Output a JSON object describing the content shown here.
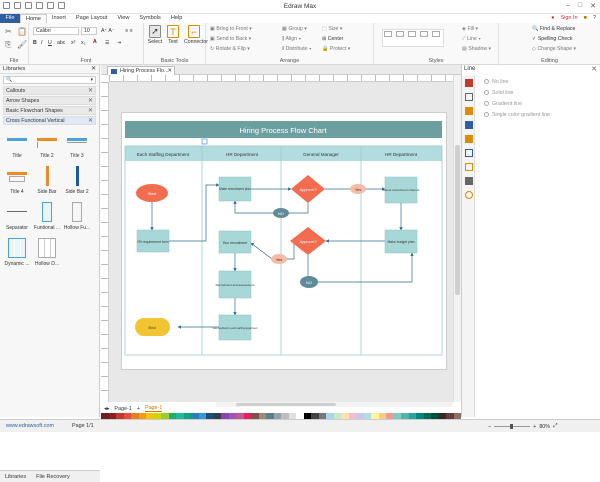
{
  "app": {
    "title": "Edraw Max"
  },
  "menu": {
    "file": "File",
    "home": "Home",
    "insert": "Insert",
    "page_layout": "Page Layout",
    "view": "View",
    "symbols": "Symbols",
    "help": "Help",
    "sign_in": "Sign In"
  },
  "ribbon": {
    "file_group": "File",
    "font_group": "Font",
    "font_name": "Calibri",
    "font_size": "10",
    "basic_tools": {
      "label": "Basic Tools",
      "select": "Select",
      "text": "Text",
      "connector": "Connector"
    },
    "arrange": {
      "label": "Arrange",
      "bring_to_front": "Bring to Front",
      "send_to_back": "Send to Back",
      "rotate_flip": "Rotate & Flip",
      "group": "Group",
      "align": "Align",
      "distribute": "Distribute",
      "size": "Size",
      "center": "Center",
      "protect": "Protect"
    },
    "styles": {
      "label": "Styles",
      "fill": "Fill",
      "line": "Line",
      "shadow": "Shadow"
    },
    "editing": {
      "label": "Editing",
      "find_replace": "Find & Replace",
      "spelling_check": "Spelling Check",
      "change_shape": "Change Shape"
    }
  },
  "libraries": {
    "title": "Libraries",
    "categories": [
      "Callouts",
      "Arrow Shapes",
      "Basic Flowchart Shapes",
      "Cross Functional Vertical"
    ],
    "shapes": [
      "Title",
      "Title 2",
      "Title 3",
      "Title 4",
      "Side Bar",
      "Side Bar 2",
      "Separator",
      "Funtional ...",
      "Hollow Fu...",
      "Dynamic ...",
      "Hollow D..."
    ],
    "bottom_tabs": [
      "Libraries",
      "File Recovery"
    ]
  },
  "document": {
    "tab_label": "Hiring Process Flo..."
  },
  "diagram": {
    "title": "Hiring Process Flow Chart",
    "lanes": [
      "Each Staffing Department",
      "HR Department",
      "General Manager",
      "HR Department"
    ],
    "nodes": {
      "start": "Start",
      "fill_form": "Fill requirement form",
      "make_plan": "Make recruitment plan",
      "approve1": "Approve?",
      "select_channel": "Select recruitment channel",
      "make_budget": "Make budget plan",
      "approve2": "Approve?",
      "run_recruitment": "Run recruitment",
      "recruitment_assessment": "Recruitment and assessment",
      "give_feedback": "Give feedback to each staffing department",
      "end": "End",
      "no1": "NO",
      "yes1": "Yes",
      "yes2": "Yes",
      "no2": "NO"
    }
  },
  "pages": {
    "tab1": "Page-1",
    "tab2": "Page-1"
  },
  "line_panel": {
    "title": "Line",
    "options": [
      "No line",
      "Solid line",
      "Gradient line",
      "Single color gradient line"
    ]
  },
  "status": {
    "url": "www.edrawsoft.com",
    "page": "Page 1/1",
    "zoom": "80%"
  },
  "palette_colors": [
    "#6b1f1f",
    "#8b2020",
    "#c0392b",
    "#e74c3c",
    "#e67e22",
    "#f39c12",
    "#f1c40f",
    "#d4d400",
    "#9acd32",
    "#27ae60",
    "#1abc9c",
    "#16a085",
    "#2980b9",
    "#3498db",
    "#1f4e79",
    "#2c3e50",
    "#8e44ad",
    "#9b59b6",
    "#c0589b",
    "#e91e63",
    "#795548",
    "#a1887f",
    "#607d8b",
    "#90a4ae",
    "#bdbdbd",
    "#e0e0e0",
    "#ffffff",
    "#000000",
    "#444444",
    "#777777",
    "#aad4ef",
    "#c8e6c9",
    "#ffe0b2",
    "#f8bbd0",
    "#d1c4e9",
    "#b2dfdb",
    "#fff59d",
    "#ffcc80",
    "#ef9a9a",
    "#80cbc4",
    "#4db6ac",
    "#26a69a",
    "#00897b",
    "#00695c",
    "#004d40",
    "#3e2723",
    "#5d4037",
    "#8d6e63"
  ]
}
